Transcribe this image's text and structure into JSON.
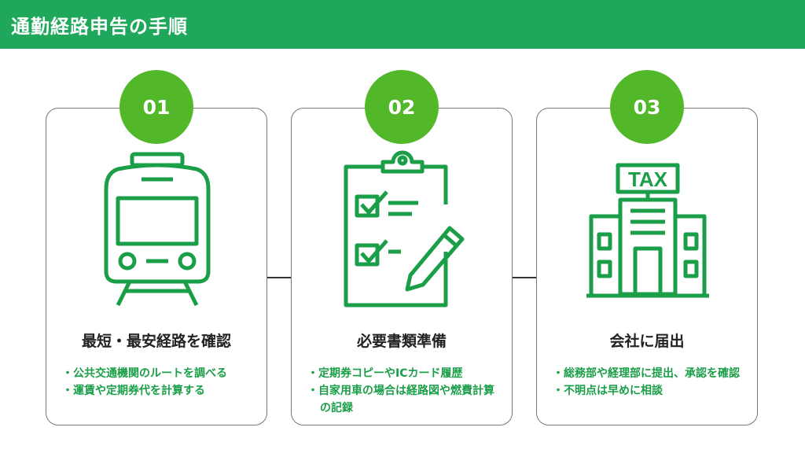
{
  "header": {
    "title": "通勤経路申告の手順"
  },
  "steps": [
    {
      "number": "01",
      "title": "最短・最安経路を確認",
      "bullets": [
        "公共交通機関のルートを調べる",
        "運賃や定期券代を計算する"
      ]
    },
    {
      "number": "02",
      "title": "必要書類準備",
      "bullets": [
        "定期券コピーやICカード履歴",
        "自家用車の場合は経路図や燃費計算の記録"
      ]
    },
    {
      "number": "03",
      "title": "会社に届出",
      "bullets": [
        "総務部や経理部に提出、承認を確認",
        "不明点は早めに相談"
      ],
      "icon_text": "TAX"
    }
  ],
  "colors": {
    "header": "#1fa85b",
    "badge": "#52b82a",
    "icon": "#1a9e48"
  }
}
